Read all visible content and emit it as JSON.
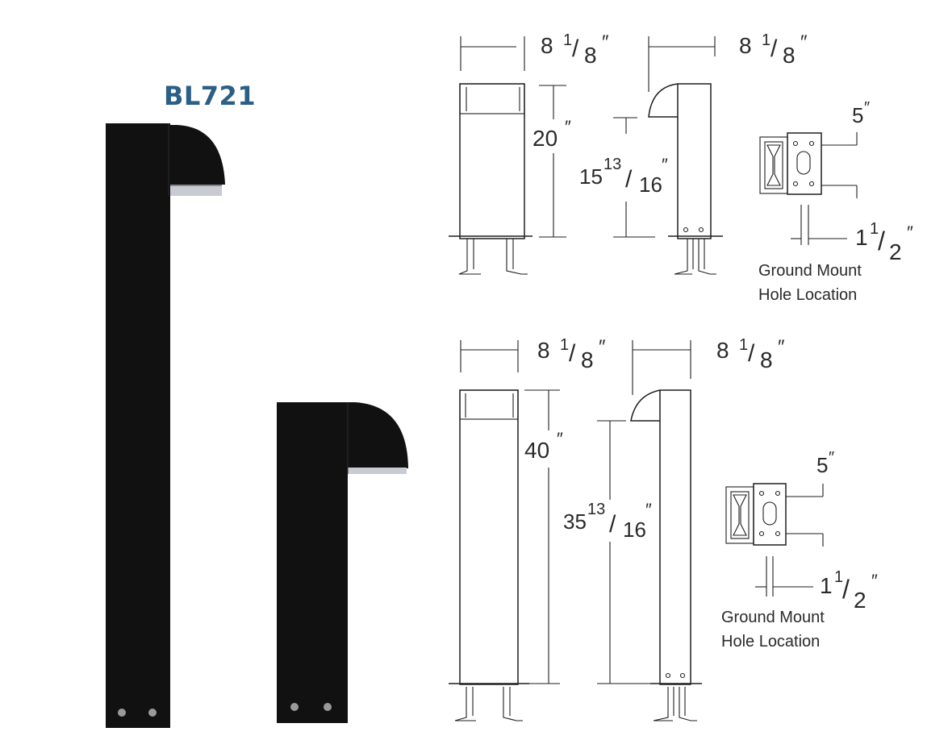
{
  "model": "BL721",
  "colors": {
    "title": "#2c5f86",
    "fixture_body": "#111111",
    "lens": "#c8ccd2",
    "line": "#1e1e1e"
  },
  "short_unit": {
    "front_width": {
      "whole": "8",
      "num": "1",
      "den": "8",
      "mark": "″"
    },
    "side_width": {
      "whole": "8",
      "num": "1",
      "den": "8",
      "mark": "″"
    },
    "height": {
      "whole": "20",
      "mark": "″"
    },
    "opening_height": {
      "whole": "15",
      "num": "13",
      "den": "16",
      "mark": "″"
    },
    "plate_dim": {
      "whole": "5",
      "mark": "″"
    },
    "hole_dim": {
      "whole": "1",
      "num": "1",
      "den": "2",
      "mark": "″"
    },
    "note_line1": "Ground Mount",
    "note_line2": "Hole Location"
  },
  "tall_unit": {
    "front_width": {
      "whole": "8",
      "num": "1",
      "den": "8",
      "mark": "″"
    },
    "side_width": {
      "whole": "8",
      "num": "1",
      "den": "8",
      "mark": "″"
    },
    "height": {
      "whole": "40",
      "mark": "″"
    },
    "opening_height": {
      "whole": "35",
      "num": "13",
      "den": "16",
      "mark": "″"
    },
    "plate_dim": {
      "whole": "5",
      "mark": "″"
    },
    "hole_dim": {
      "whole": "1",
      "num": "1",
      "den": "2",
      "mark": "″"
    },
    "note_line1": "Ground Mount",
    "note_line2": "Hole Location"
  }
}
